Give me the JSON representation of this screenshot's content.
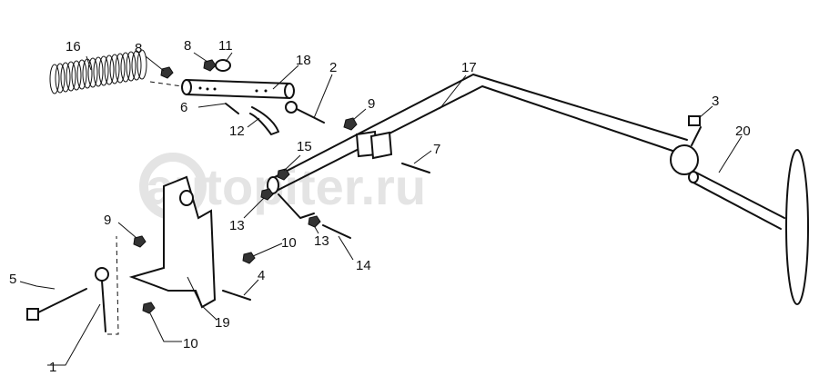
{
  "watermark": "autopiter.ru",
  "callouts": [
    {
      "id": "c16",
      "text": "16"
    },
    {
      "id": "c8a",
      "text": "8"
    },
    {
      "id": "c8b",
      "text": "8"
    },
    {
      "id": "c11",
      "text": "11"
    },
    {
      "id": "c18",
      "text": "18"
    },
    {
      "id": "c2",
      "text": "2"
    },
    {
      "id": "c17",
      "text": "17"
    },
    {
      "id": "c3",
      "text": "3"
    },
    {
      "id": "c20",
      "text": "20"
    },
    {
      "id": "c9a",
      "text": "9"
    },
    {
      "id": "c6",
      "text": "6"
    },
    {
      "id": "c12",
      "text": "12"
    },
    {
      "id": "c15",
      "text": "15"
    },
    {
      "id": "c7",
      "text": "7"
    },
    {
      "id": "c13a",
      "text": "13"
    },
    {
      "id": "c13b",
      "text": "13"
    },
    {
      "id": "c9b",
      "text": "9"
    },
    {
      "id": "c10a",
      "text": "10"
    },
    {
      "id": "c14",
      "text": "14"
    },
    {
      "id": "c5",
      "text": "5"
    },
    {
      "id": "c4",
      "text": "4"
    },
    {
      "id": "c19",
      "text": "19"
    },
    {
      "id": "c10b",
      "text": "10"
    },
    {
      "id": "c1",
      "text": "1"
    }
  ]
}
